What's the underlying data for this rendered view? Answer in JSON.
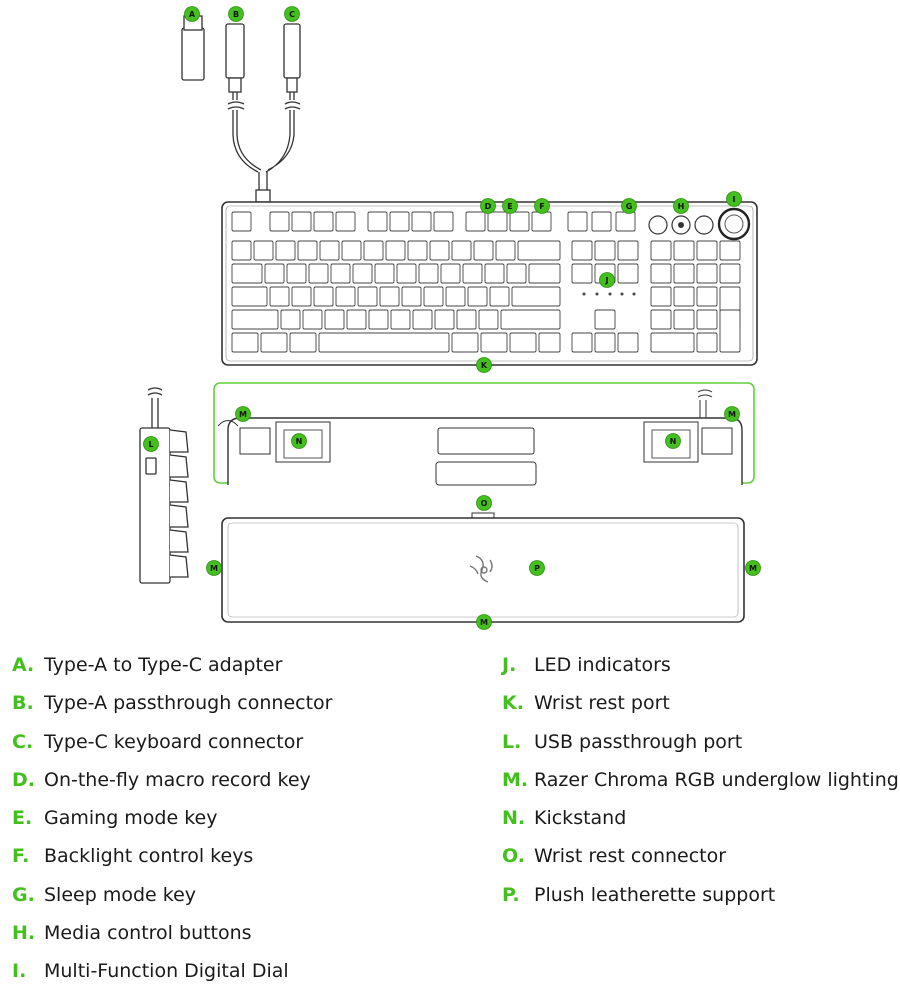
{
  "accent_color": "#44c01e",
  "callouts": {
    "A": "A",
    "B": "B",
    "C": "C",
    "D": "D",
    "E": "E",
    "F": "F",
    "G": "G",
    "H": "H",
    "I": "I",
    "J": "J",
    "K": "K",
    "L": "L",
    "M": "M",
    "N": "N",
    "O": "O",
    "P": "P"
  },
  "legend": {
    "left": [
      {
        "letter": "A.",
        "text": "Type-A to Type-C adapter"
      },
      {
        "letter": "B.",
        "text": "Type-A passthrough connector"
      },
      {
        "letter": "C.",
        "text": "Type-C keyboard connector"
      },
      {
        "letter": "D.",
        "text": "On-the-fly macro record key"
      },
      {
        "letter": "E.",
        "text": "Gaming mode key"
      },
      {
        "letter": "F.",
        "text": "Backlight control keys"
      },
      {
        "letter": "G.",
        "text": "Sleep mode key"
      },
      {
        "letter": "H.",
        "text": "Media control buttons"
      },
      {
        "letter": "I.",
        "text": "Multi-Function Digital Dial"
      }
    ],
    "right": [
      {
        "letter": "J.",
        "text": "LED indicators"
      },
      {
        "letter": "K.",
        "text": "Wrist rest port"
      },
      {
        "letter": "L.",
        "text": "USB passthrough port"
      },
      {
        "letter": "M.",
        "text": "Razer Chroma RGB underglow lighting"
      },
      {
        "letter": "N.",
        "text": "Kickstand"
      },
      {
        "letter": "O.",
        "text": "Wrist rest connector"
      },
      {
        "letter": "P.",
        "text": "Plush leatherette support"
      }
    ]
  }
}
